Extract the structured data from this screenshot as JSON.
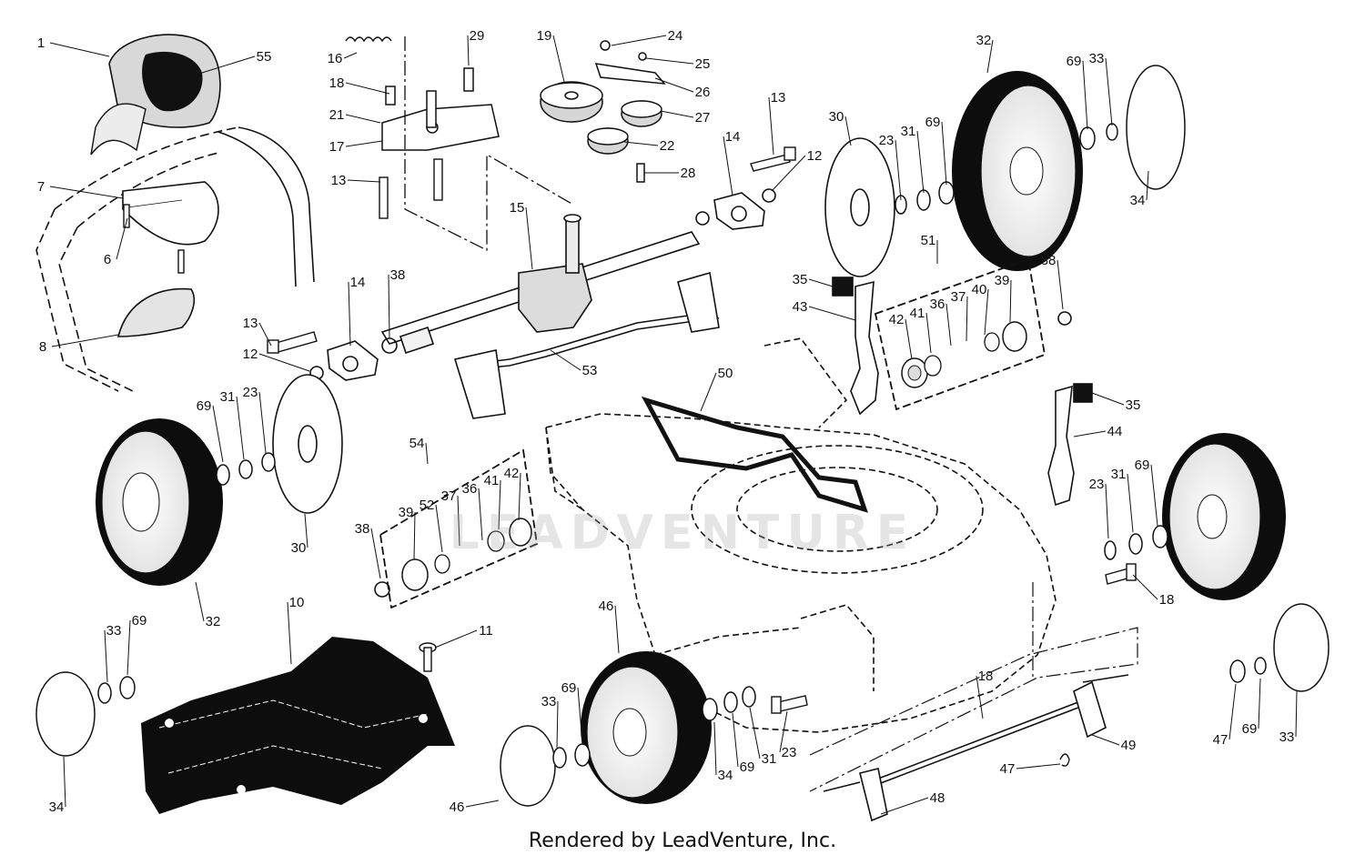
{
  "footer": "Rendered by LeadVenture, Inc.",
  "watermark": "LEADVENTURE",
  "colors": {
    "ink": "#111111",
    "tire": "#0d0d0d",
    "paper": "#ffffff",
    "gray": "#9a9a9a"
  },
  "labels": [
    "1",
    "55",
    "16",
    "29",
    "18",
    "21",
    "17",
    "13",
    "19",
    "24",
    "25",
    "26",
    "27",
    "22",
    "28",
    "32",
    "69",
    "33",
    "34",
    "7",
    "6",
    "8",
    "13",
    "12",
    "14",
    "38",
    "15",
    "14",
    "13",
    "12",
    "30",
    "23",
    "31",
    "69",
    "51",
    "38",
    "35",
    "43",
    "42",
    "41",
    "36",
    "37",
    "40",
    "39",
    "53",
    "50",
    "69",
    "31",
    "23",
    "30",
    "32",
    "54",
    "39",
    "52",
    "37",
    "36",
    "41",
    "42",
    "38",
    "46",
    "35",
    "44",
    "23",
    "31",
    "69",
    "18",
    "10",
    "11",
    "33",
    "69",
    "34",
    "46",
    "33",
    "69",
    "34",
    "69",
    "31",
    "23",
    "18",
    "49",
    "47",
    "48",
    "47",
    "69",
    "33",
    "34"
  ]
}
